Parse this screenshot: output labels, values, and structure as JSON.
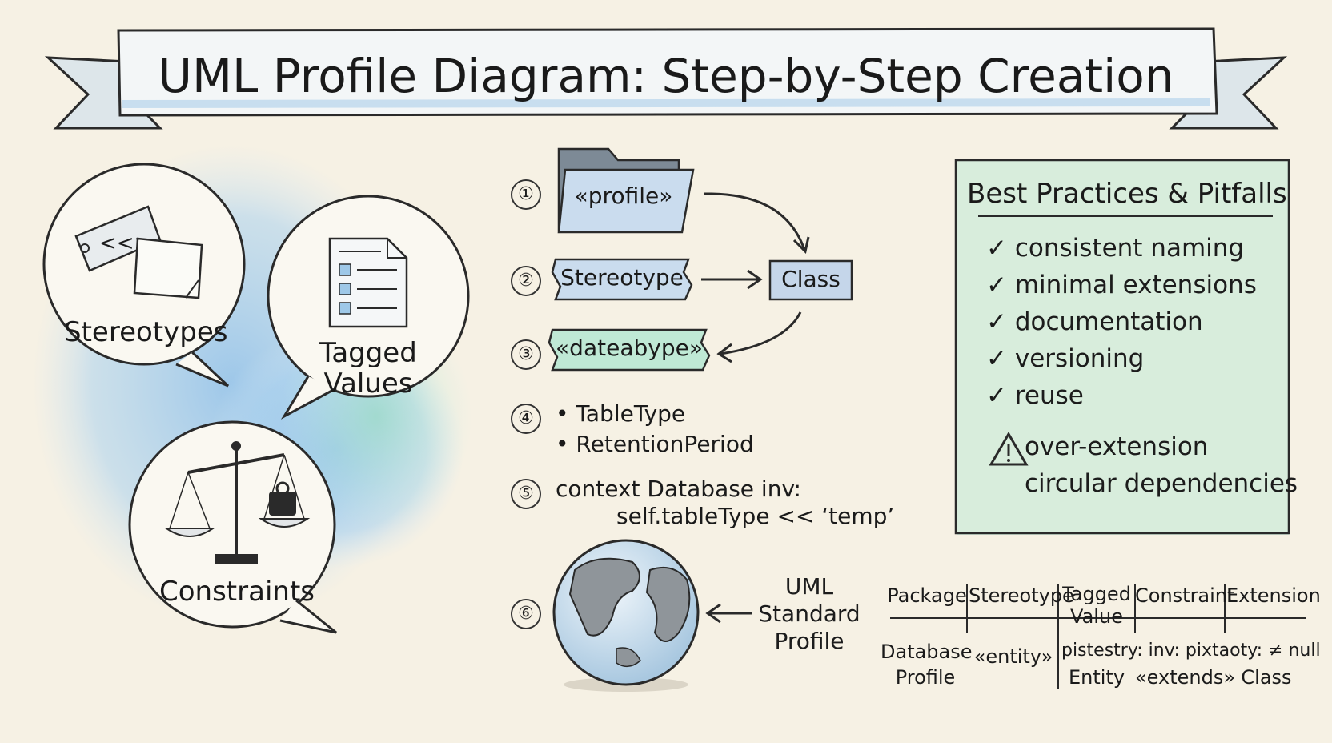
{
  "title": "UML Profile Diagram: Step-by-Step Creation",
  "concepts": {
    "stereotypes": "Stereotypes",
    "tagged_values": [
      "Tagged",
      "Values"
    ],
    "constraints": "Constraints",
    "tag_glyph": "<<>"
  },
  "steps": {
    "numbers": [
      "①",
      "②",
      "③",
      "④",
      "⑤",
      "⑥"
    ],
    "profile_label": "«profile»",
    "stereotype_label": "Stereotype",
    "class_label": "Class",
    "datatype_label": "«dateabype»",
    "tagged_values": [
      "• TableType",
      "• RetentionPeriod"
    ],
    "ocl_line1": "context Database inv:",
    "ocl_line2": "self.tableType << ‘temp’",
    "standard_profile": [
      "UML",
      "Standard",
      "Profile"
    ]
  },
  "best_practices": {
    "title": "Best Practices & Pitfalls",
    "check": "✓",
    "good": [
      "consistent naming",
      "minimal extensions",
      "documentation",
      "versioning",
      "reuse"
    ],
    "warning_icon": "warning-triangle-icon",
    "pitfalls": [
      "over-extension",
      "circular dependencies"
    ]
  },
  "table": {
    "headers": [
      "Package",
      "Stereotype",
      "Tagged",
      "Value",
      "Constraint",
      "Extension"
    ],
    "row": [
      "Database",
      "Profile",
      "«entity»",
      "pistestry: inv: pixtaoty: ≠ null",
      "Entity",
      "«extends»",
      "Class"
    ]
  },
  "colors": {
    "background": "#f6f1e4",
    "watercolor_blue": "#9ec8e8",
    "watercolor_green": "#9edcc4",
    "box_blue": "#c9dcef",
    "box_green": "#bfe9d5",
    "ink": "#1c1c1c"
  }
}
